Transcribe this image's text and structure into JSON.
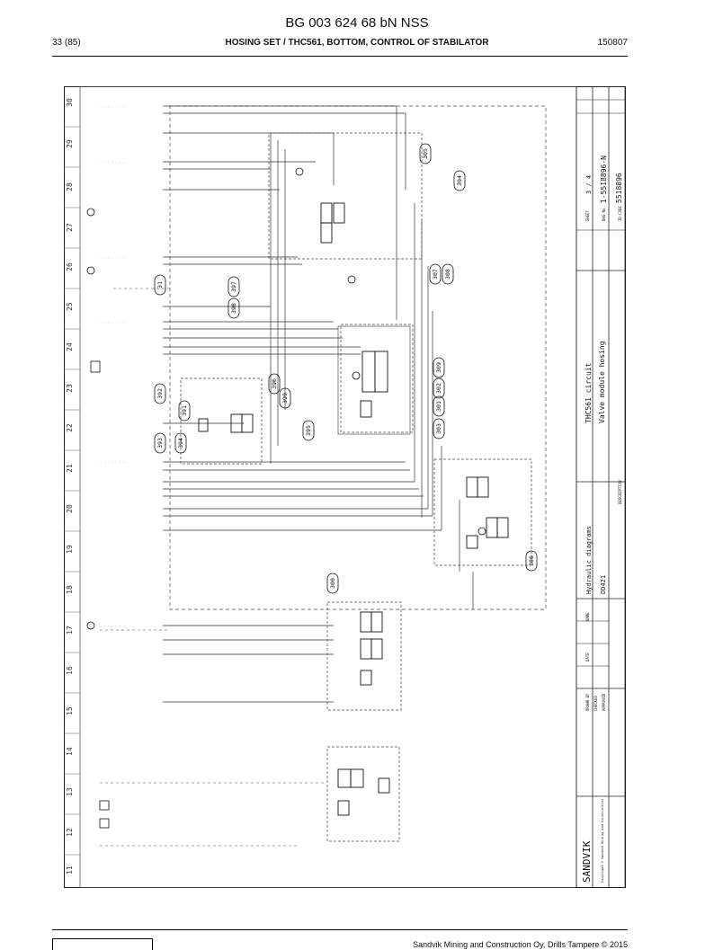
{
  "header": {
    "doc_number": "BG 003 624 68 bN NSS",
    "page": "33 (85)",
    "section_title": "HOSING SET / THC561, BOTTOM, CONTROL OF STABILATOR",
    "date_code": "150807"
  },
  "drawing": {
    "grid_numbers": [
      "30",
      "29",
      "28",
      "27",
      "26",
      "25",
      "24",
      "23",
      "22",
      "21",
      "20",
      "19",
      "18",
      "17",
      "16",
      "15",
      "14",
      "13",
      "12",
      "11"
    ],
    "callouts": [
      "305",
      "304",
      "307",
      "308",
      "309",
      "302",
      "301",
      "303",
      "31",
      "397",
      "398",
      "392",
      "391",
      "396",
      "399",
      "395",
      "393",
      "394",
      "306",
      "300"
    ],
    "title_block": {
      "logo": "SANDVIK",
      "copyright": "Copyright © Sandvik Mining and Construction",
      "drawn_by_label": "DRAWN BY",
      "checked_label": "CHECKED",
      "approved_label": "APPROVED",
      "date_label": "DATE",
      "name_label": "NAME",
      "description_label": "DESCRIPTION",
      "subject": "Hydraulic diagrams",
      "machine": "DD421",
      "title_line1": "THC561 circuit",
      "title_line2": "Valve module hosing",
      "sheet_label": "SHEET",
      "sheet_value": "3 / 4",
      "dwg_label": "DWG No.",
      "dwg_value": "1-5518896-N",
      "id_label": "ID-CODE",
      "id_value": "5518896"
    }
  },
  "footer": {
    "text": "Sandvik Mining and Construction Oy, Drills Tampere © 2015"
  }
}
